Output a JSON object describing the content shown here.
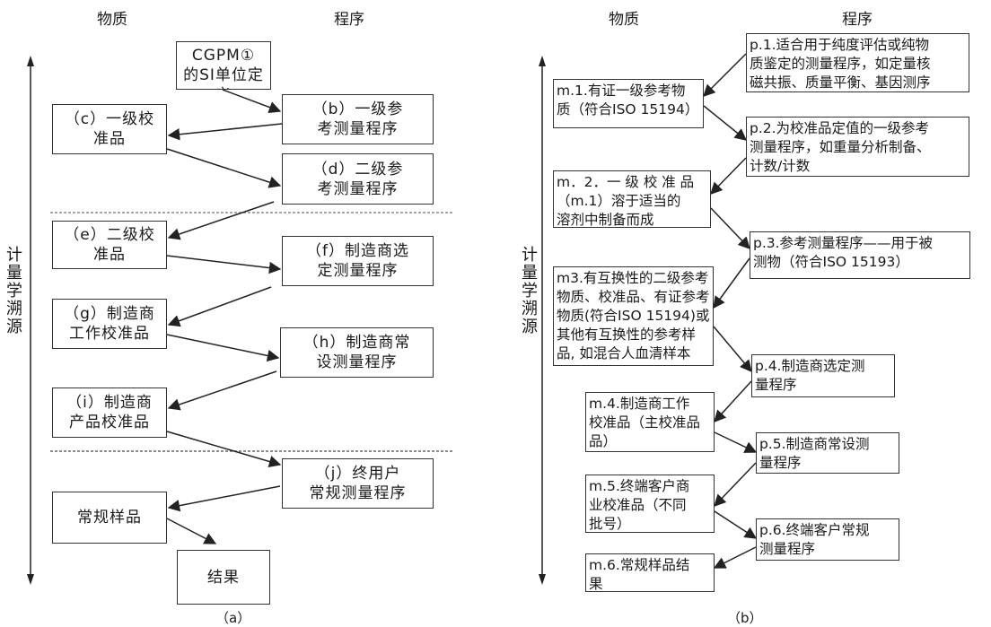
{
  "diagram_a": {
    "header_left": "物质",
    "header_right": "程序",
    "vertical_label": "计\n量\n学\n溯\n源",
    "caption": "（a）",
    "boxes": {
      "a": "（a）CGPM①\n的SI单位定义",
      "b": "（b）一级参\n考测量程序",
      "c": "（c）一级校\n准品",
      "d": "（d）二级参\n考测量程序",
      "e": "（e）二级校\n准品",
      "f": "（f）制造商选\n定测量程序",
      "g": "（g）制造商\n工作校准品",
      "h": "（h）制造商常\n设测量程序",
      "i": "（i）制造商\n产品校准品",
      "j": "（j）终用户\n常规测量程序",
      "k": "常规样品",
      "l": "结果"
    }
  },
  "diagram_b": {
    "header_left": "物质",
    "header_right": "程序",
    "vertical_label": "计\n量\n学\n溯\n源",
    "caption": "（b）",
    "boxes": {
      "p1": "p.1.适合用于纯度评估或纯物\n质鉴定的测量程序，如定量核\n磁共振、质量平衡、基因测序",
      "m1": "m.1.有证一级参考物\n质（符合ISO 15194）",
      "p2": "p.2.为校准品定值的一级参考\n测量程序，如重量分析制备、\n计数/计数",
      "m2": "m．2．一 级 校 准 品\n（m.1）溶于适当的\n溶剂中制备而成",
      "p3": "p.3.参考测量程序——用于被\n测物（符合ISO 15193）",
      "m3": "m3.有互换性的二级参考\n物质、校准品、有证参考\n物质(符合ISO 15194)或\n其他有互换性的参考样\n品, 如混合人血清样本",
      "p4": "p.4.制造商选定测\n量程序",
      "m4": "m.4.制造商工作\n校准品（主校准品\n品）",
      "p5": "p.5.制造商常设测\n量程序",
      "m5": "m.5.终端客户商\n业校准品（不同\n批号）",
      "p6": "p.6.终端客户常规\n测量程序",
      "m6": "m.6.常规样品结\n果"
    }
  }
}
